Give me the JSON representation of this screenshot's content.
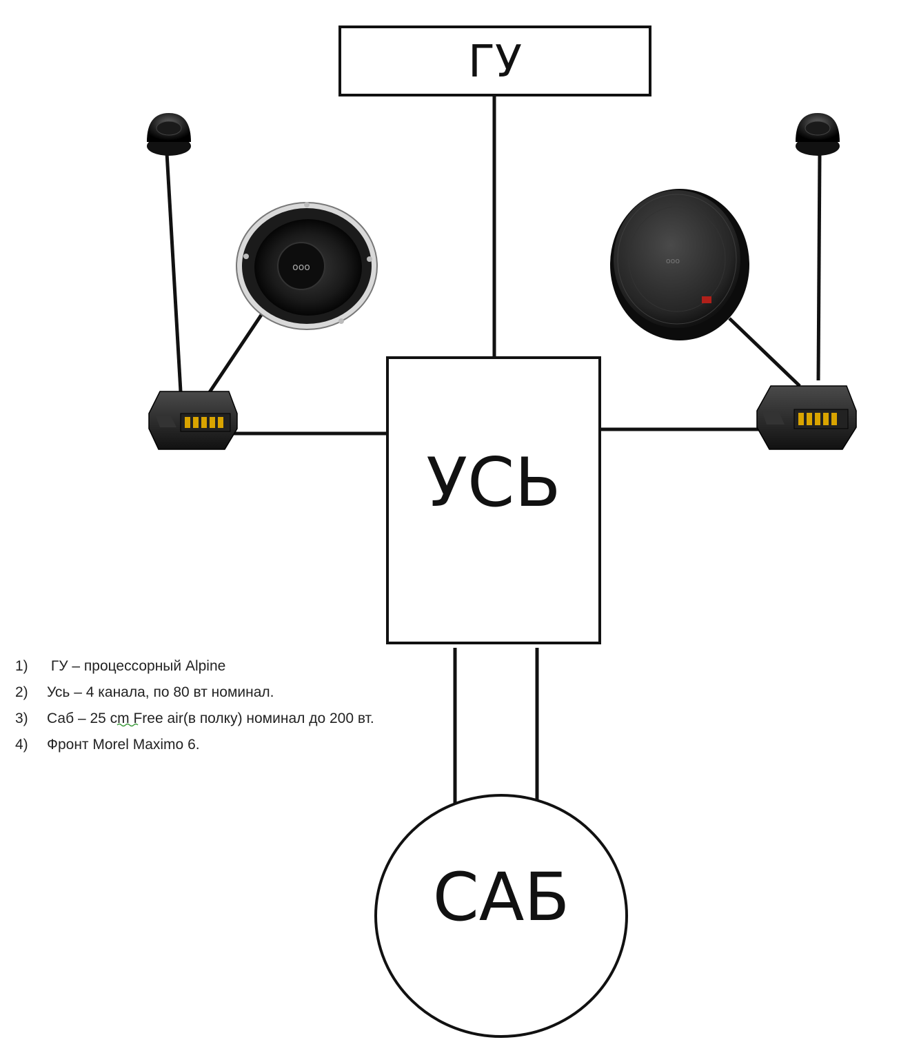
{
  "boxes": {
    "head_unit": "ГУ",
    "amplifier": "УСЬ",
    "subwoofer": "САБ"
  },
  "notes": [
    {
      "num": "1)",
      "text": " ГУ – процессорный Alpine"
    },
    {
      "num": "2)",
      "text": "Усь – 4 канала, по 80 вт номинал."
    },
    {
      "num": "3)",
      "text": "Саб – 25 cm Free air(в полку) номинал до 200 вт."
    },
    {
      "num": "4)",
      "text": "Фронт Morel Maximo 6."
    }
  ],
  "components": [
    "tweeter-left-icon",
    "midbass-speaker-left-icon",
    "crossover-left-icon",
    "tweeter-right-icon",
    "midbass-speaker-right-icon",
    "crossover-right-icon"
  ],
  "colors": {
    "line": "#111111",
    "speaker_body": "#2a2a2a",
    "crossover_terminals": "#d9a400"
  }
}
